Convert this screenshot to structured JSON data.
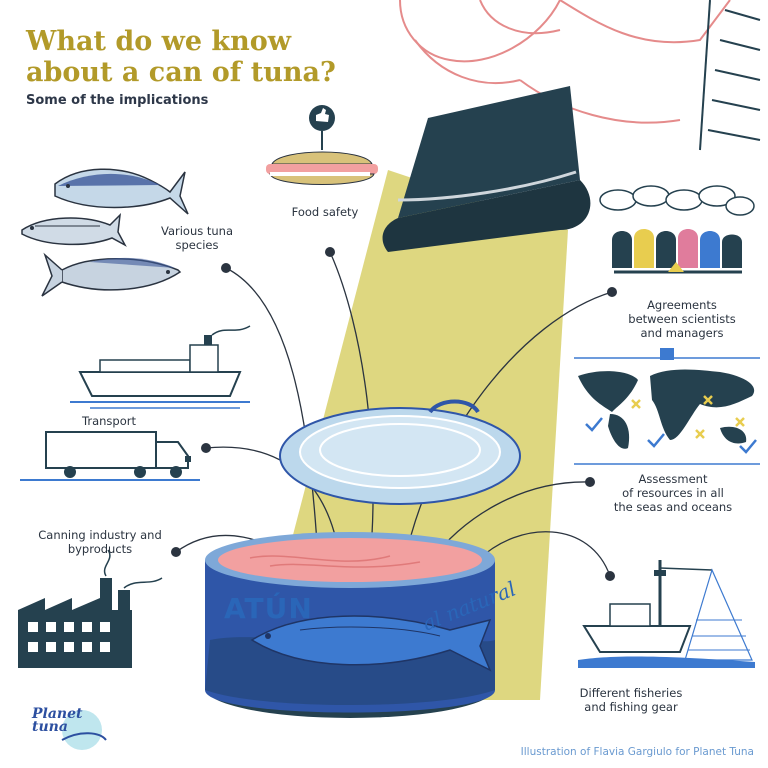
{
  "title_line1": "What do we know",
  "title_line2": "about a can of tuna?",
  "subtitle": "Some of the implications",
  "labels": {
    "species": "Various tuna\nspecies",
    "food_safety": "Food safety",
    "agreements": "Agreements\nbetween scientists\nand managers",
    "transport": "Transport",
    "assessment": "Assessment\nof resources in all\nthe seas and oceans",
    "canning": "Canning industry and\nbyproducts",
    "fisheries": "Different fisheries\nand fishing gear"
  },
  "can": {
    "brand": "ATÚN",
    "variant": "al natural"
  },
  "logo": {
    "line1": "Planet",
    "line2": "tuna"
  },
  "credit": "Illustration of Flavia Gargiulo for Planet Tuna",
  "colors": {
    "title": "#b29a29",
    "spotlight": "#d8d06a",
    "can_blue": "#2f56a8",
    "tuna_meat": "#f2a0a0",
    "navy": "#25414f",
    "credit": "#6a9ad0"
  }
}
